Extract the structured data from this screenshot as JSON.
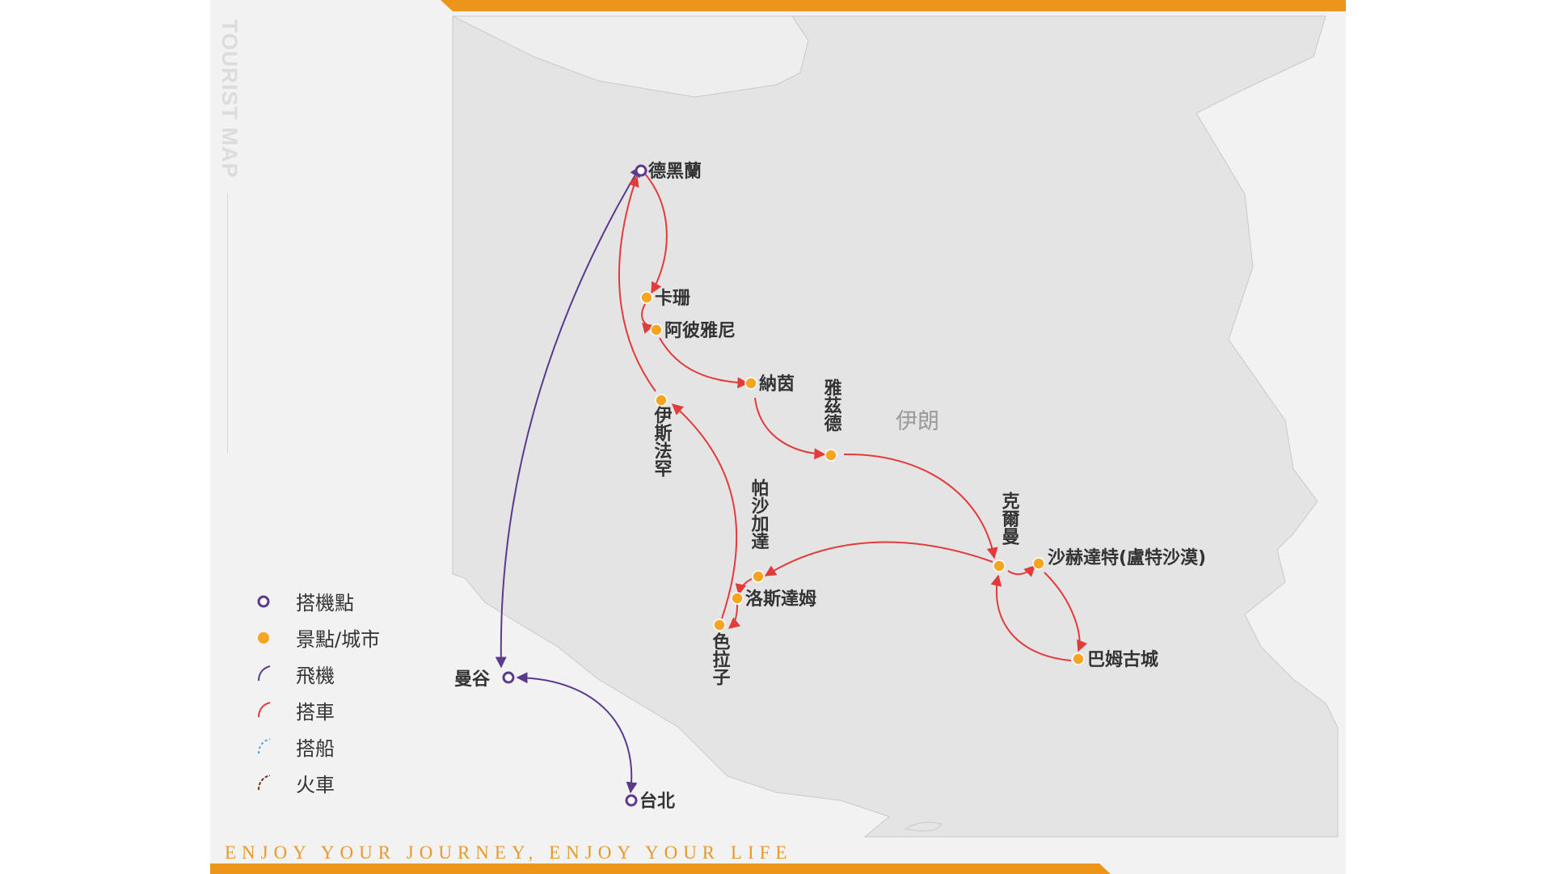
{
  "side_title": "TOURIST MAP",
  "tagline": "ENJOY YOUR JOURNEY, ENJOY YOUR LIFE",
  "country_label": "伊朗",
  "colors": {
    "accent": "#ec9518",
    "flight": "#5b3a8e",
    "car": "#e23b3b",
    "boat": "#4aa3df",
    "train": "#6b3a1f",
    "city": "#f4a623",
    "land": "#e4e4e4"
  },
  "places": {
    "tehran": "德黑蘭",
    "kashan": "卡珊",
    "abyaneh": "阿彼雅尼",
    "nain": "納茵",
    "yazd": "雅茲德",
    "isfahan": "伊斯法罕",
    "pasargadae": "帕沙加達",
    "naqsh_e_rostam": "洛斯達姆",
    "shiraz": "色拉子",
    "kerman": "克爾曼",
    "shahdad": "沙赫達特(盧特沙漠)",
    "bam": "巴姆古城",
    "bangkok": "曼谷",
    "taipei": "台北"
  },
  "legend": [
    {
      "icon": "airport-marker-icon",
      "label": "搭機點"
    },
    {
      "icon": "city-marker-icon",
      "label": "景點/城市"
    },
    {
      "icon": "flight-route-icon",
      "label": "飛機"
    },
    {
      "icon": "car-route-icon",
      "label": "搭車"
    },
    {
      "icon": "boat-route-icon",
      "label": "搭船"
    },
    {
      "icon": "train-route-icon",
      "label": "火車"
    }
  ]
}
